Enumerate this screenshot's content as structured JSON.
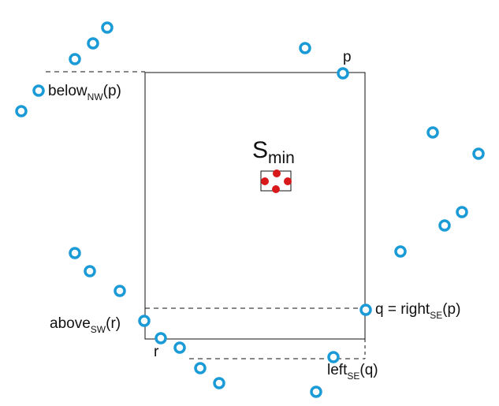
{
  "labels": {
    "p": "p",
    "below": "below",
    "below_sub": "NW",
    "below_arg": "(p)",
    "s": "S",
    "s_sub": "min",
    "q_right": "q = right",
    "q_right_sub": "SE",
    "q_right_arg": "(p)",
    "above": "above",
    "above_sub": "SW",
    "above_arg": "(r)",
    "r": "r",
    "left": "left",
    "left_sub": "SE",
    "left_arg": "(q)"
  },
  "colors": {
    "point_stroke": "#1a9ad6",
    "smin_point": "#d7191c",
    "line": "#111111",
    "background": "#ffffff"
  }
}
